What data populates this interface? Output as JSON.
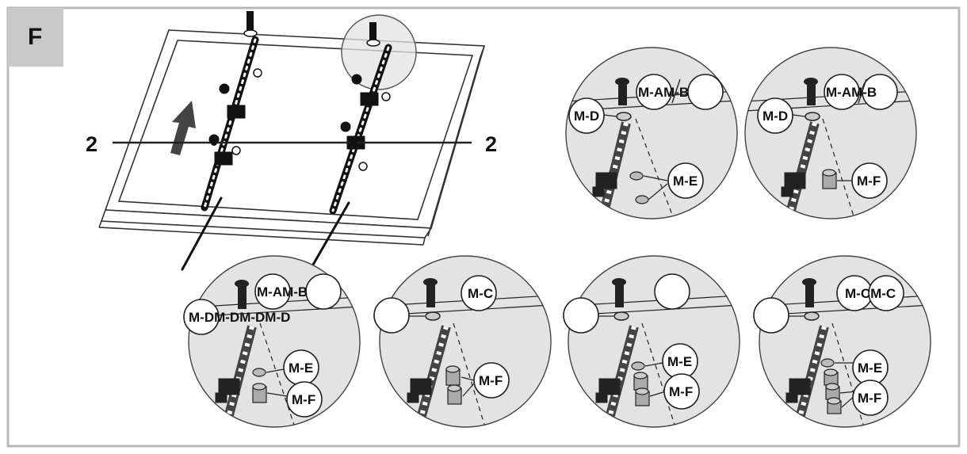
{
  "step_letter": "F",
  "arrow_label_left": "2",
  "arrow_label_right": "2",
  "colors": {
    "panel_border": "#b9b9b9",
    "step_badge": "#c9c9c9",
    "circle_fill": "#e3e3e3",
    "line": "#222222"
  },
  "details": [
    {
      "id": "detail-1",
      "labels": {
        "screw": "M-AM-B",
        "washer": "M-D",
        "spacer": "M-E"
      }
    },
    {
      "id": "detail-2",
      "labels": {
        "screw": "M-AM-B",
        "washer": "M-D",
        "spacer": "M-F"
      }
    },
    {
      "id": "detail-3",
      "labels": {
        "screw": "M-AM-B",
        "washer": "M-DM-DM-DM-D",
        "spacer_top": "M-E",
        "spacer_bottom": "M-F"
      }
    },
    {
      "id": "detail-4",
      "labels": {
        "screw": "M-C",
        "washer": "",
        "spacer": "M-F"
      }
    },
    {
      "id": "detail-5",
      "labels": {
        "screw": "",
        "washer": "",
        "spacer_top": "M-E",
        "spacer_bottom": "M-F"
      }
    },
    {
      "id": "detail-6",
      "labels": {
        "screw": "M-CM-C",
        "washer": "",
        "spacer_top": "M-E",
        "spacer_bottom": "M-F"
      }
    }
  ]
}
